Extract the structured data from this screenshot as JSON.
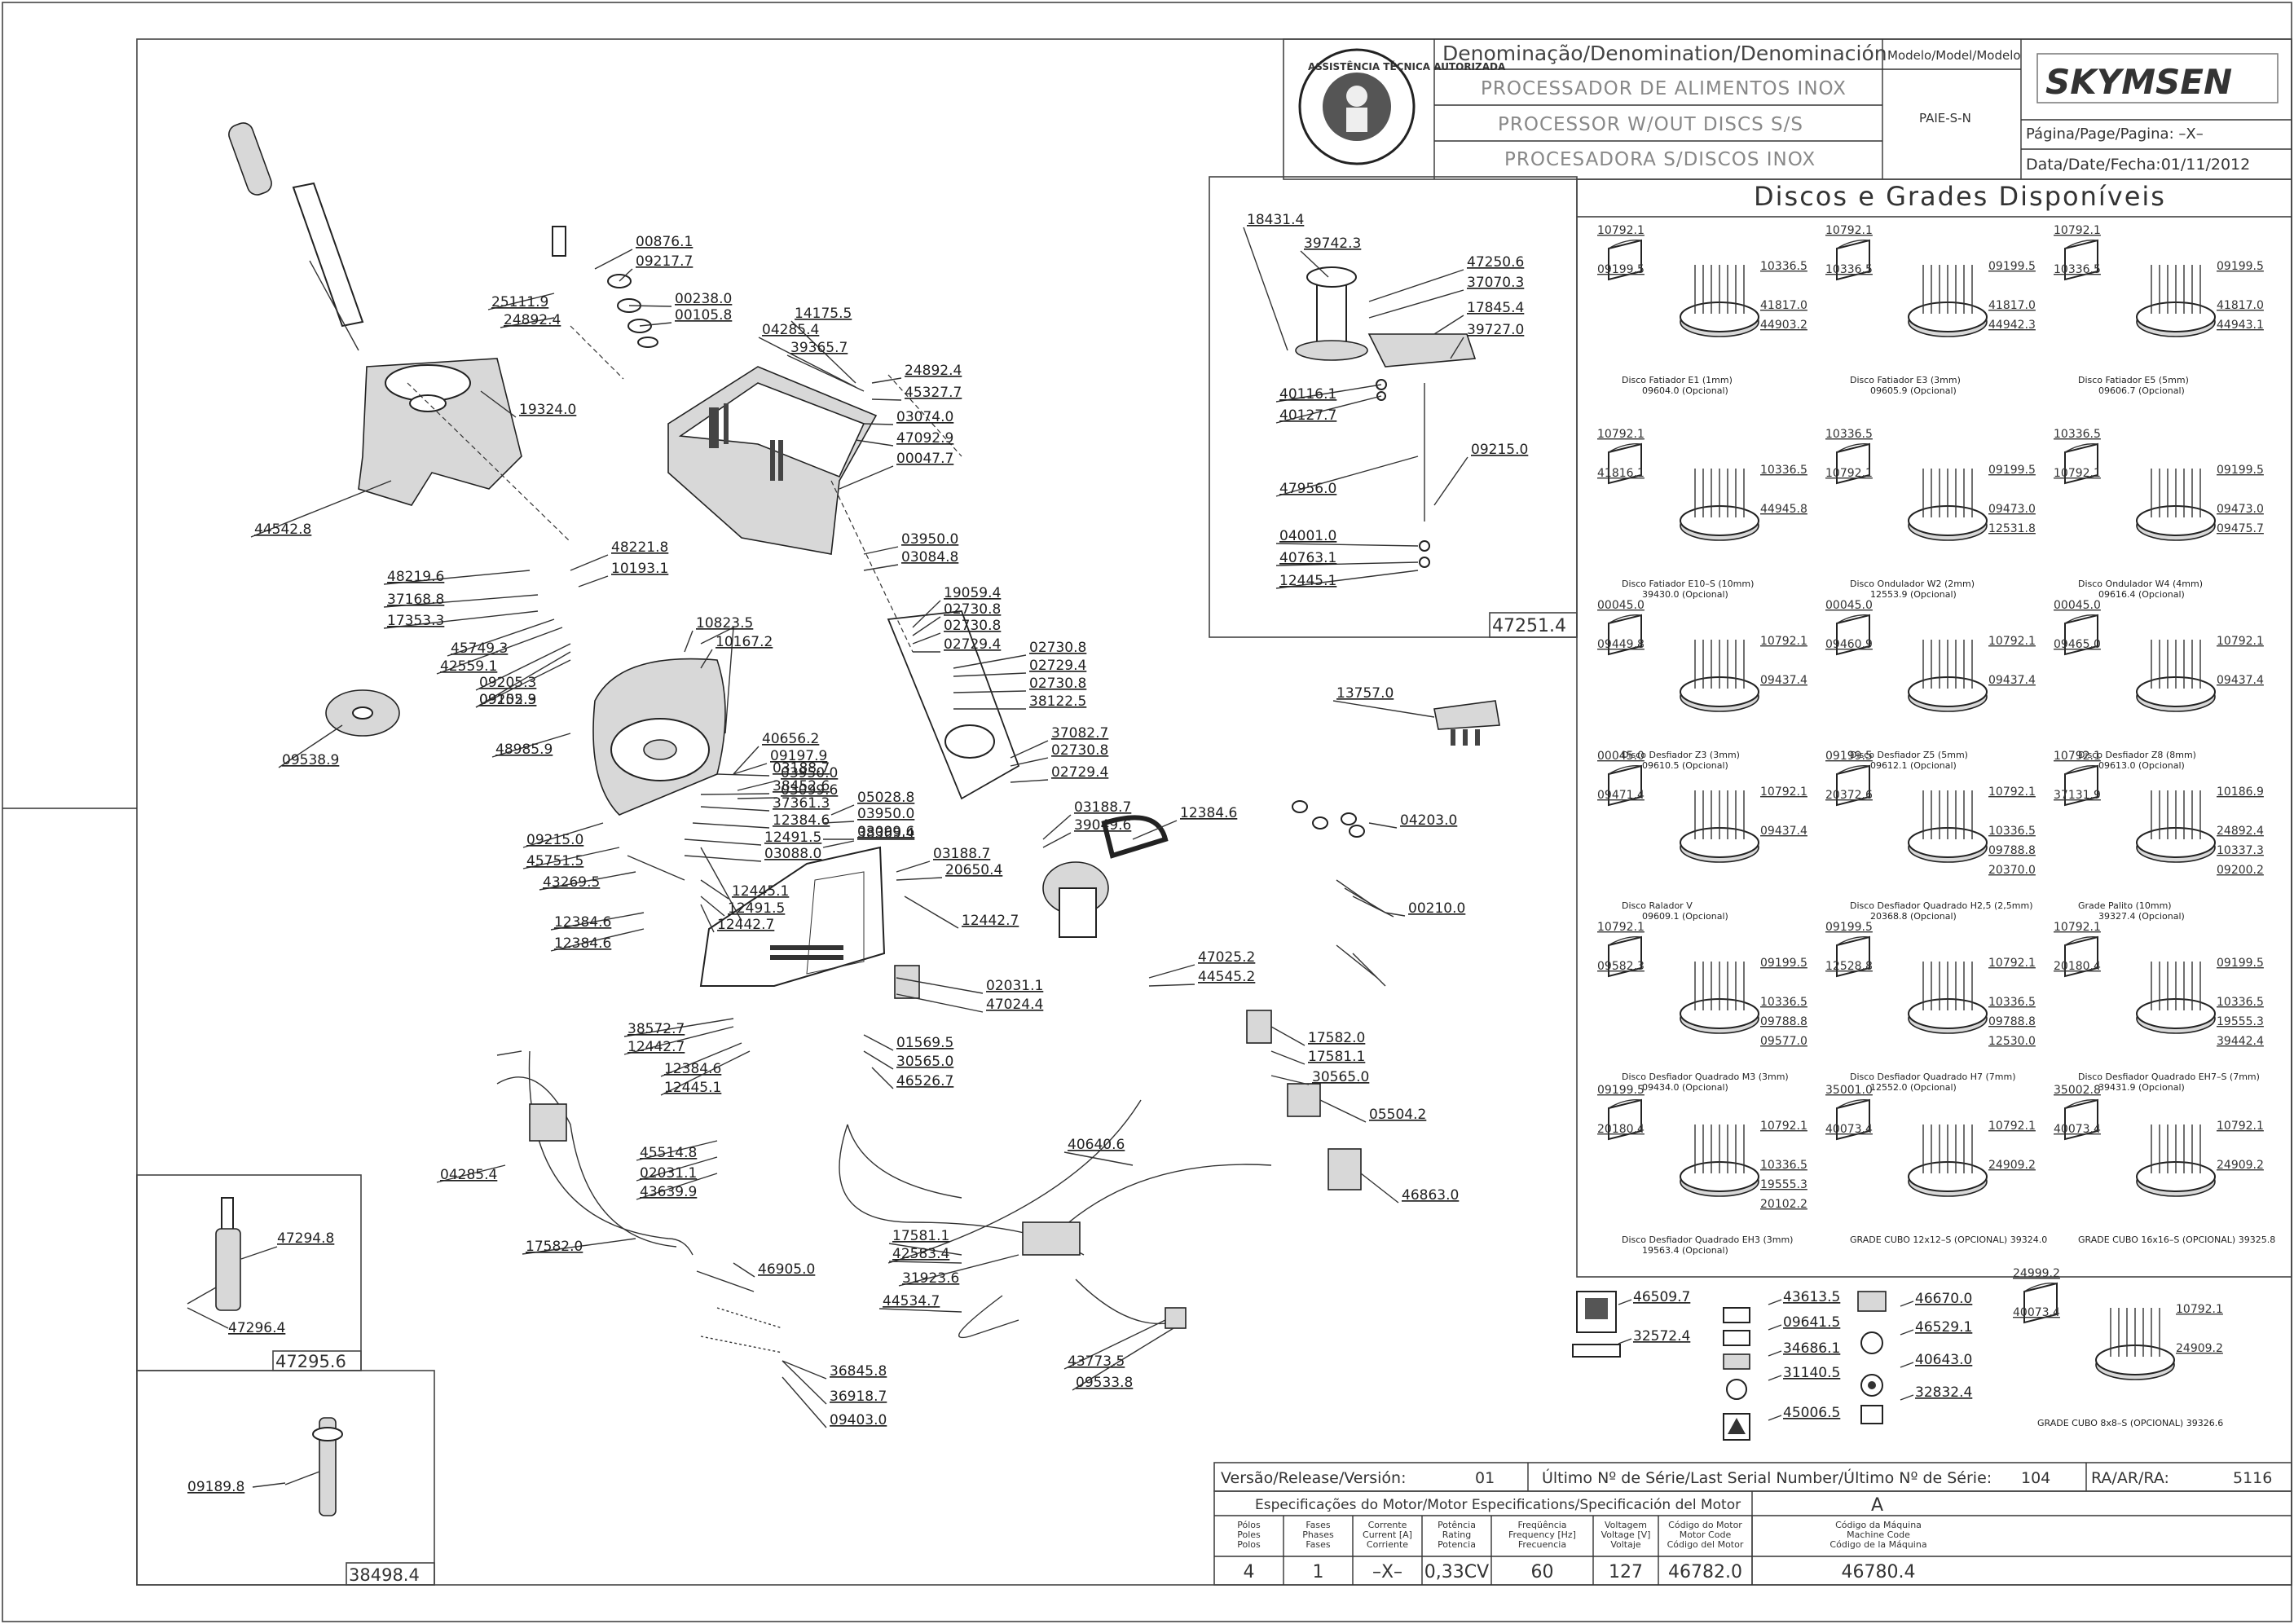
{
  "header": {
    "denomination_title": "Denominação/Denomination/Denominación",
    "model_title": "Modelo/Model/Modelo",
    "model_value": "PAIE-S-N",
    "names": [
      "PROCESSADOR DE ALIMENTOS INOX",
      "PROCESSOR W/OUT DISCS S/S",
      "PROCESADORA S/DISCOS INOX"
    ],
    "brand": "SKYMSEN",
    "page_label": "Página/Page/Pagina: –X–",
    "date_label": "Data/Date/Fecha:01/11/2012",
    "seal_text": "ASSISTÊNCIA TÉCNICA AUTORIZADA"
  },
  "discs": {
    "title": "Discos e Grades Disponíveis",
    "items": [
      {
        "name": "Disco Fatiador E1 (1mm)",
        "code": "09604.0 (Opcional)",
        "parts": [
          "10792.1",
          "10336.5",
          "09199.5",
          "41817.0",
          "44903.2"
        ]
      },
      {
        "name": "Disco Fatiador E3 (3mm)",
        "code": "09605.9 (Opcional)",
        "parts": [
          "10792.1",
          "09199.5",
          "10336.5",
          "41817.0",
          "44942.3"
        ]
      },
      {
        "name": "Disco Fatiador E5 (5mm)",
        "code": "09606.7 (Opcional)",
        "parts": [
          "10792.1",
          "09199.5",
          "10336.5",
          "41817.0",
          "44943.1"
        ]
      },
      {
        "name": "Disco Fatiador E10–S (10mm)",
        "code": "39430.0 (Opcional)",
        "parts": [
          "10792.1",
          "10336.5",
          "41816.1",
          "44945.8"
        ]
      },
      {
        "name": "Disco Ondulador W2 (2mm)",
        "code": "12553.9 (Opcional)",
        "parts": [
          "10336.5",
          "09199.5",
          "10792.1",
          "09473.0",
          "12531.8"
        ]
      },
      {
        "name": "Disco Ondulador W4 (4mm)",
        "code": "09616.4 (Opcional)",
        "parts": [
          "10336.5",
          "09199.5",
          "10792.1",
          "09473.0",
          "09475.7"
        ]
      },
      {
        "name": "Disco Desfiador Z3 (3mm)",
        "code": "09610.5 (Opcional)",
        "parts": [
          "00045.0",
          "10792.1",
          "09449.8",
          "09437.4"
        ]
      },
      {
        "name": "Disco Desfiador Z5 (5mm)",
        "code": "09612.1 (Opcional)",
        "parts": [
          "00045.0",
          "10792.1",
          "09460.9",
          "09437.4"
        ]
      },
      {
        "name": "Disco Desfiador Z8 (8mm)",
        "code": "09613.0 (Opcional)",
        "parts": [
          "00045.0",
          "10792.1",
          "09465.0",
          "09437.4"
        ]
      },
      {
        "name": "Disco Ralador V",
        "code": "09609.1 (Opcional)",
        "parts": [
          "00045.0",
          "10792.1",
          "09471.4",
          "09437.4"
        ]
      },
      {
        "name": "Disco Desfiador Quadrado H2,5 (2,5mm)",
        "code": "20368.8 (Opcional)",
        "parts": [
          "09199.5",
          "10792.1",
          "20372.6",
          "10336.5",
          "09788.8",
          "20370.0"
        ]
      },
      {
        "name": "Grade Palito (10mm)",
        "code": "39327.4 (Opcional)",
        "parts": [
          "10792.1",
          "10186.9",
          "37131.9",
          "24892.4",
          "10337.3",
          "09200.2"
        ]
      },
      {
        "name": "Disco Desfiador Quadrado M3 (3mm)",
        "code": "09434.0 (Opcional)",
        "parts": [
          "10792.1",
          "09199.5",
          "09582.3",
          "10336.5",
          "09788.8",
          "09577.0"
        ]
      },
      {
        "name": "Disco Desfiador Quadrado H7 (7mm)",
        "code": "12552.0 (Opcional)",
        "parts": [
          "09199.5",
          "10792.1",
          "12528.8",
          "10336.5",
          "09788.8",
          "12530.0"
        ]
      },
      {
        "name": "Disco Desfiador Quadrado EH7–S (7mm)",
        "code": "39431.9 (Opcional)",
        "parts": [
          "10792.1",
          "09199.5",
          "20180.4",
          "10336.5",
          "19555.3",
          "39442.4"
        ]
      },
      {
        "name": "Disco Desfiador Quadrado EH3 (3mm)",
        "code": "19563.4 (Opcional)",
        "parts": [
          "09199.5",
          "10792.1",
          "20180.4",
          "10336.5",
          "19555.3",
          "20102.2"
        ]
      },
      {
        "name": "GRADE CUBO 12x12–S (OPCIONAL) 39324.0",
        "code": "",
        "parts": [
          "35001.0",
          "10792.1",
          "40073.4",
          "24909.2"
        ]
      },
      {
        "name": "GRADE CUBO 16x16–S (OPCIONAL) 39325.8",
        "code": "",
        "parts": [
          "35002.8",
          "10792.1",
          "40073.4",
          "24909.2"
        ]
      },
      {
        "name": "GRADE CUBO 8x8–S (OPCIONAL) 39326.6",
        "code": "",
        "parts": [
          "24999.2",
          "10792.1",
          "40073.4",
          "24909.2"
        ]
      }
    ]
  },
  "inset_assembly": {
    "id": "47251.4",
    "parts": [
      "18431.4",
      "39742.3",
      "47250.6",
      "37070.3",
      "17845.4",
      "39727.0",
      "40116.1",
      "40127.7",
      "09215.0",
      "47956.0",
      "04001.0",
      "40763.1",
      "12445.1"
    ]
  },
  "small_boxes": [
    {
      "id": "47295.6",
      "parts": [
        "47294.8",
        "47296.4"
      ]
    },
    {
      "id": "38498.4",
      "parts": [
        "09189.8"
      ]
    }
  ],
  "main_parts": [
    "00876.1",
    "09217.7",
    "25111.9",
    "24892.4",
    "00238.0",
    "00105.8",
    "19324.0",
    "44542.8",
    "14175.5",
    "04285.4",
    "39365.7",
    "24892.4",
    "45327.7",
    "03074.0",
    "47092.9",
    "00047.7",
    "03950.0",
    "03084.8",
    "48221.8",
    "10193.1",
    "48219.6",
    "37168.8",
    "17353.3",
    "45749.3",
    "42559.1",
    "09205.3",
    "09205.3",
    "09152.9",
    "10823.5",
    "10167.2",
    "19059.4",
    "02730.8",
    "02730.8",
    "02729.4",
    "02730.8",
    "02729.4",
    "02730.8",
    "38122.5",
    "40656.2",
    "09197.9",
    "03950.0",
    "03099.6",
    "37082.7",
    "02730.8",
    "02729.4",
    "48985.9",
    "09538.9",
    "03188.7",
    "38452.6",
    "37361.3",
    "12384.6",
    "12491.5",
    "03088.0",
    "05028.8",
    "03950.0",
    "03099.6",
    "38369.4",
    "03188.7",
    "39049.6",
    "12384.6",
    "03188.7",
    "20650.4",
    "09215.0",
    "45751.5",
    "43269.5",
    "12445.1",
    "12491.5",
    "12442.7",
    "12442.7",
    "12384.6",
    "12384.6",
    "02031.1",
    "47024.4",
    "47025.2",
    "44545.2",
    "38572.7",
    "12442.7",
    "12384.6",
    "12445.1",
    "01569.5",
    "30565.0",
    "46526.7",
    "17582.0",
    "17581.1",
    "30565.0",
    "05504.2",
    "04285.4",
    "45514.8",
    "02031.1",
    "43639.9",
    "40640.6",
    "46863.0",
    "17582.0",
    "17581.1",
    "42583.4",
    "31923.6",
    "46905.0",
    "44534.7",
    "43773.5",
    "09533.8",
    "36845.8",
    "36918.7",
    "09403.0",
    "13757.0",
    "04203.0",
    "00210.0"
  ],
  "legend_parts": [
    "46509.7",
    "32572.4",
    "43613.5",
    "09641.5",
    "34686.1",
    "31140.5",
    "45006.5",
    "46670.0",
    "46529.1",
    "40643.0",
    "32832.4"
  ],
  "release": {
    "version_label": "Versão/Release/Versión:",
    "version_value": "01",
    "serial_label": "Último Nº de Série/Last Serial Number/Último Nº de Série:",
    "serial_value": "104",
    "ra_label": "RA/AR/RA:",
    "ra_value": "5116"
  },
  "motor": {
    "title": "Especificações do Motor/Motor Especifications/Specificación del Motor",
    "variant": "A",
    "columns": [
      {
        "head": [
          "Pólos",
          "Poles",
          "Polos"
        ],
        "value": "4"
      },
      {
        "head": [
          "Fases",
          "Phases",
          "Fases"
        ],
        "value": "1"
      },
      {
        "head": [
          "Corrente",
          "Current [A]",
          "Corriente"
        ],
        "value": "–X–"
      },
      {
        "head": [
          "Potência",
          "Rating",
          "Potencia"
        ],
        "value": "0,33CV"
      },
      {
        "head": [
          "Freqüência",
          "Frequency [Hz]",
          "Frecuencia"
        ],
        "value": "60"
      },
      {
        "head": [
          "Voltagem",
          "Voltage [V]",
          "Voltaje"
        ],
        "value": "127"
      },
      {
        "head": [
          "Código do Motor",
          "Motor Code",
          "Código del Motor"
        ],
        "value": "46782.0"
      },
      {
        "head": [
          "Código da Máquina",
          "Machine Code",
          "Código de la Máquina"
        ],
        "value": "46780.4"
      }
    ]
  }
}
